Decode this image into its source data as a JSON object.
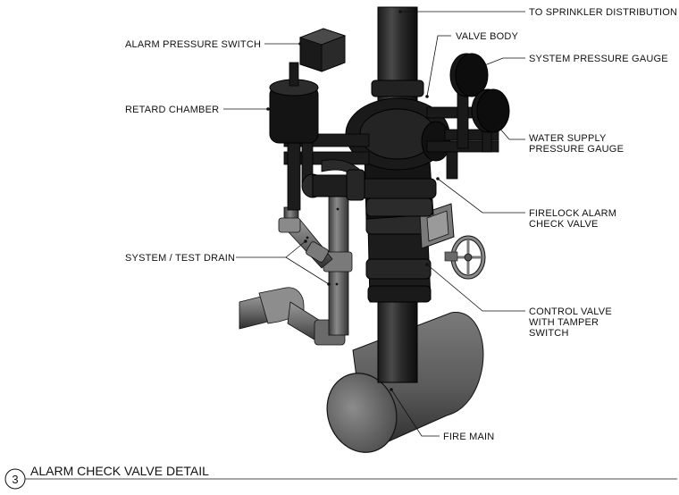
{
  "callouts": {
    "to_sprinkler": "TO SPRINKLER DISTRIBUTION",
    "valve_body": "VALVE BODY",
    "alarm_pressure_switch": "ALARM PRESSURE SWITCH",
    "system_pressure_gauge": "SYSTEM PRESSURE GAUGE",
    "retard_chamber": "RETARD CHAMBER",
    "water_supply_1": "WATER  SUPPLY",
    "water_supply_2": "PRESSURE GAUGE",
    "firelock_1": "FIRELOCK ALARM",
    "firelock_2": "CHECK VALVE",
    "system_test_drain": "SYSTEM / TEST DRAIN",
    "control_valve_1": "CONTROL VALVE",
    "control_valve_2": "WITH TAMPER",
    "control_valve_3": "SWITCH",
    "fire_main": "FIRE MAIN"
  },
  "title_block": {
    "detail_number": "3",
    "title": "ALARM CHECK VALVE DETAIL"
  }
}
